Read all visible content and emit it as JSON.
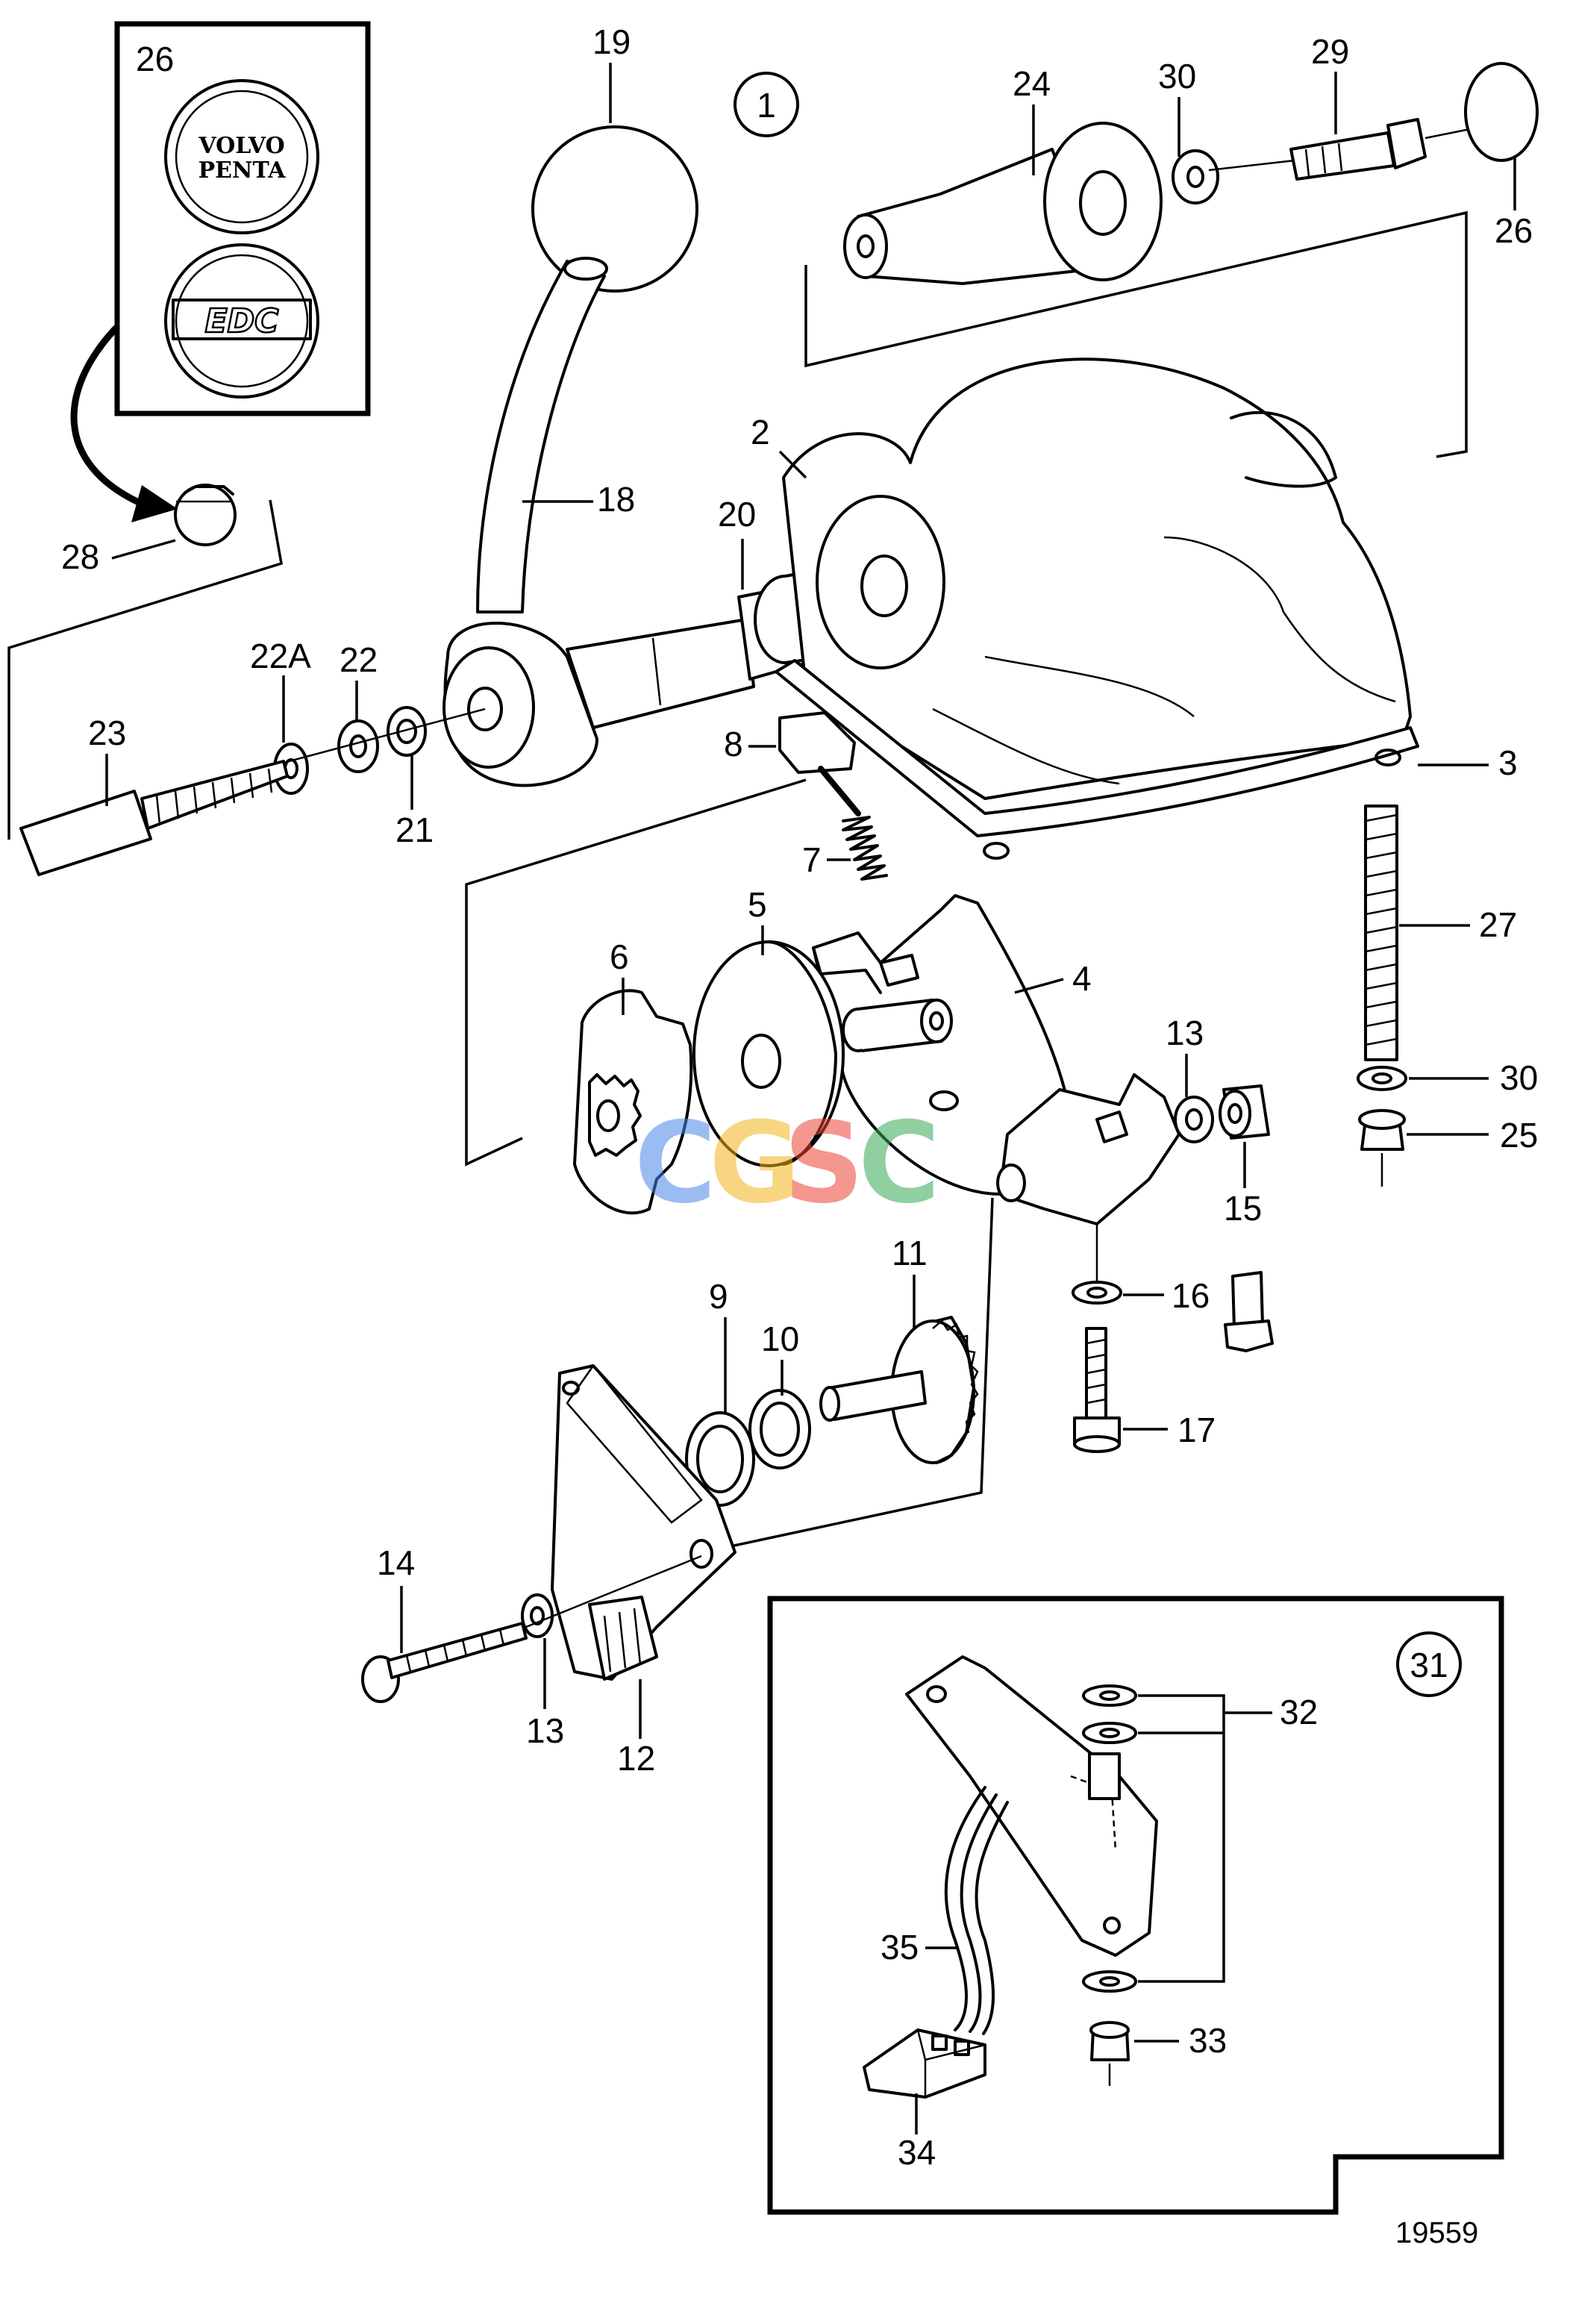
{
  "drawing_number": "19559",
  "emblems": {
    "top": "VOLVO\nPENTA",
    "top_line1": "VOLVO",
    "top_line2": "PENTA",
    "bottom": "EDC"
  },
  "watermark": {
    "letters": [
      "C",
      "G",
      "S",
      "C"
    ],
    "colors": [
      "#4a86e8",
      "#f3b41b",
      "#ea4335",
      "#34a853"
    ]
  },
  "callouts": {
    "c1": "1",
    "c2": "2",
    "c3": "3",
    "c4": "4",
    "c5": "5",
    "c6": "6",
    "c7": "7",
    "c8": "8",
    "c9": "9",
    "c10": "10",
    "c11": "11",
    "c12": "12",
    "c13a": "13",
    "c13b": "13",
    "c14": "14",
    "c15": "15",
    "c16": "16",
    "c17": "17",
    "c18": "18",
    "c19": "19",
    "c20": "20",
    "c21": "21",
    "c22": "22",
    "c22a": "22A",
    "c23": "23",
    "c24": "24",
    "c25": "25",
    "c26a": "26",
    "c26b": "26",
    "c27": "27",
    "c28": "28",
    "c29": "29",
    "c30a": "30",
    "c30b": "30",
    "c31": "31",
    "c32": "32",
    "c33": "33",
    "c34": "34",
    "c35": "35"
  }
}
